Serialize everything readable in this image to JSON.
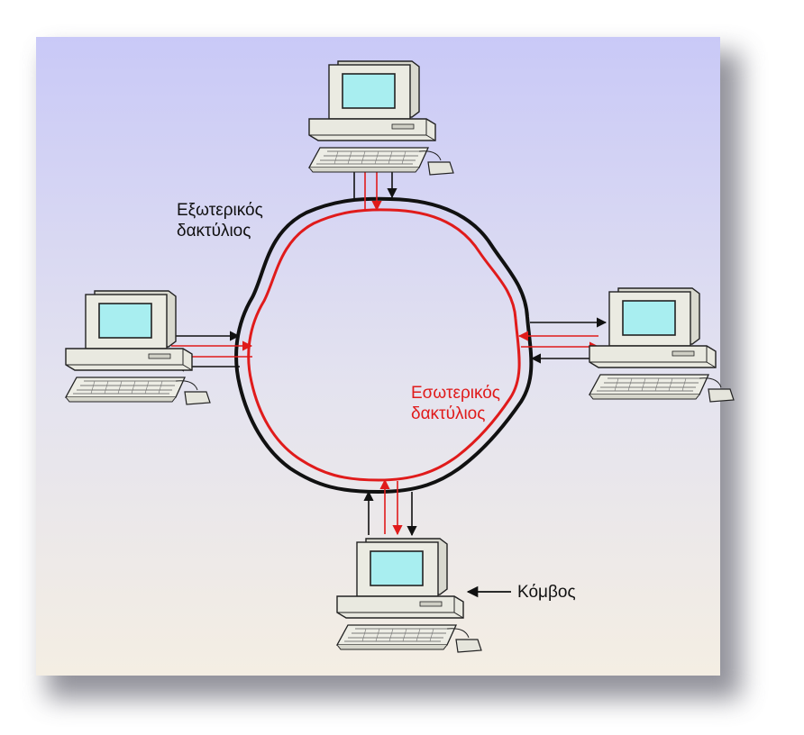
{
  "labels": {
    "outer_ring_line1": "Εξωτερικός",
    "outer_ring_line2": "δακτύλιος",
    "inner_ring_line1": "Εσωτερικός",
    "inner_ring_line2": "δακτύλιος",
    "node": "Κόμβος"
  },
  "colors": {
    "outer_ring": "#111111",
    "inner_ring": "#e01b1b",
    "screen": "#a8eef0",
    "computer_body": "#e9e9e0"
  }
}
